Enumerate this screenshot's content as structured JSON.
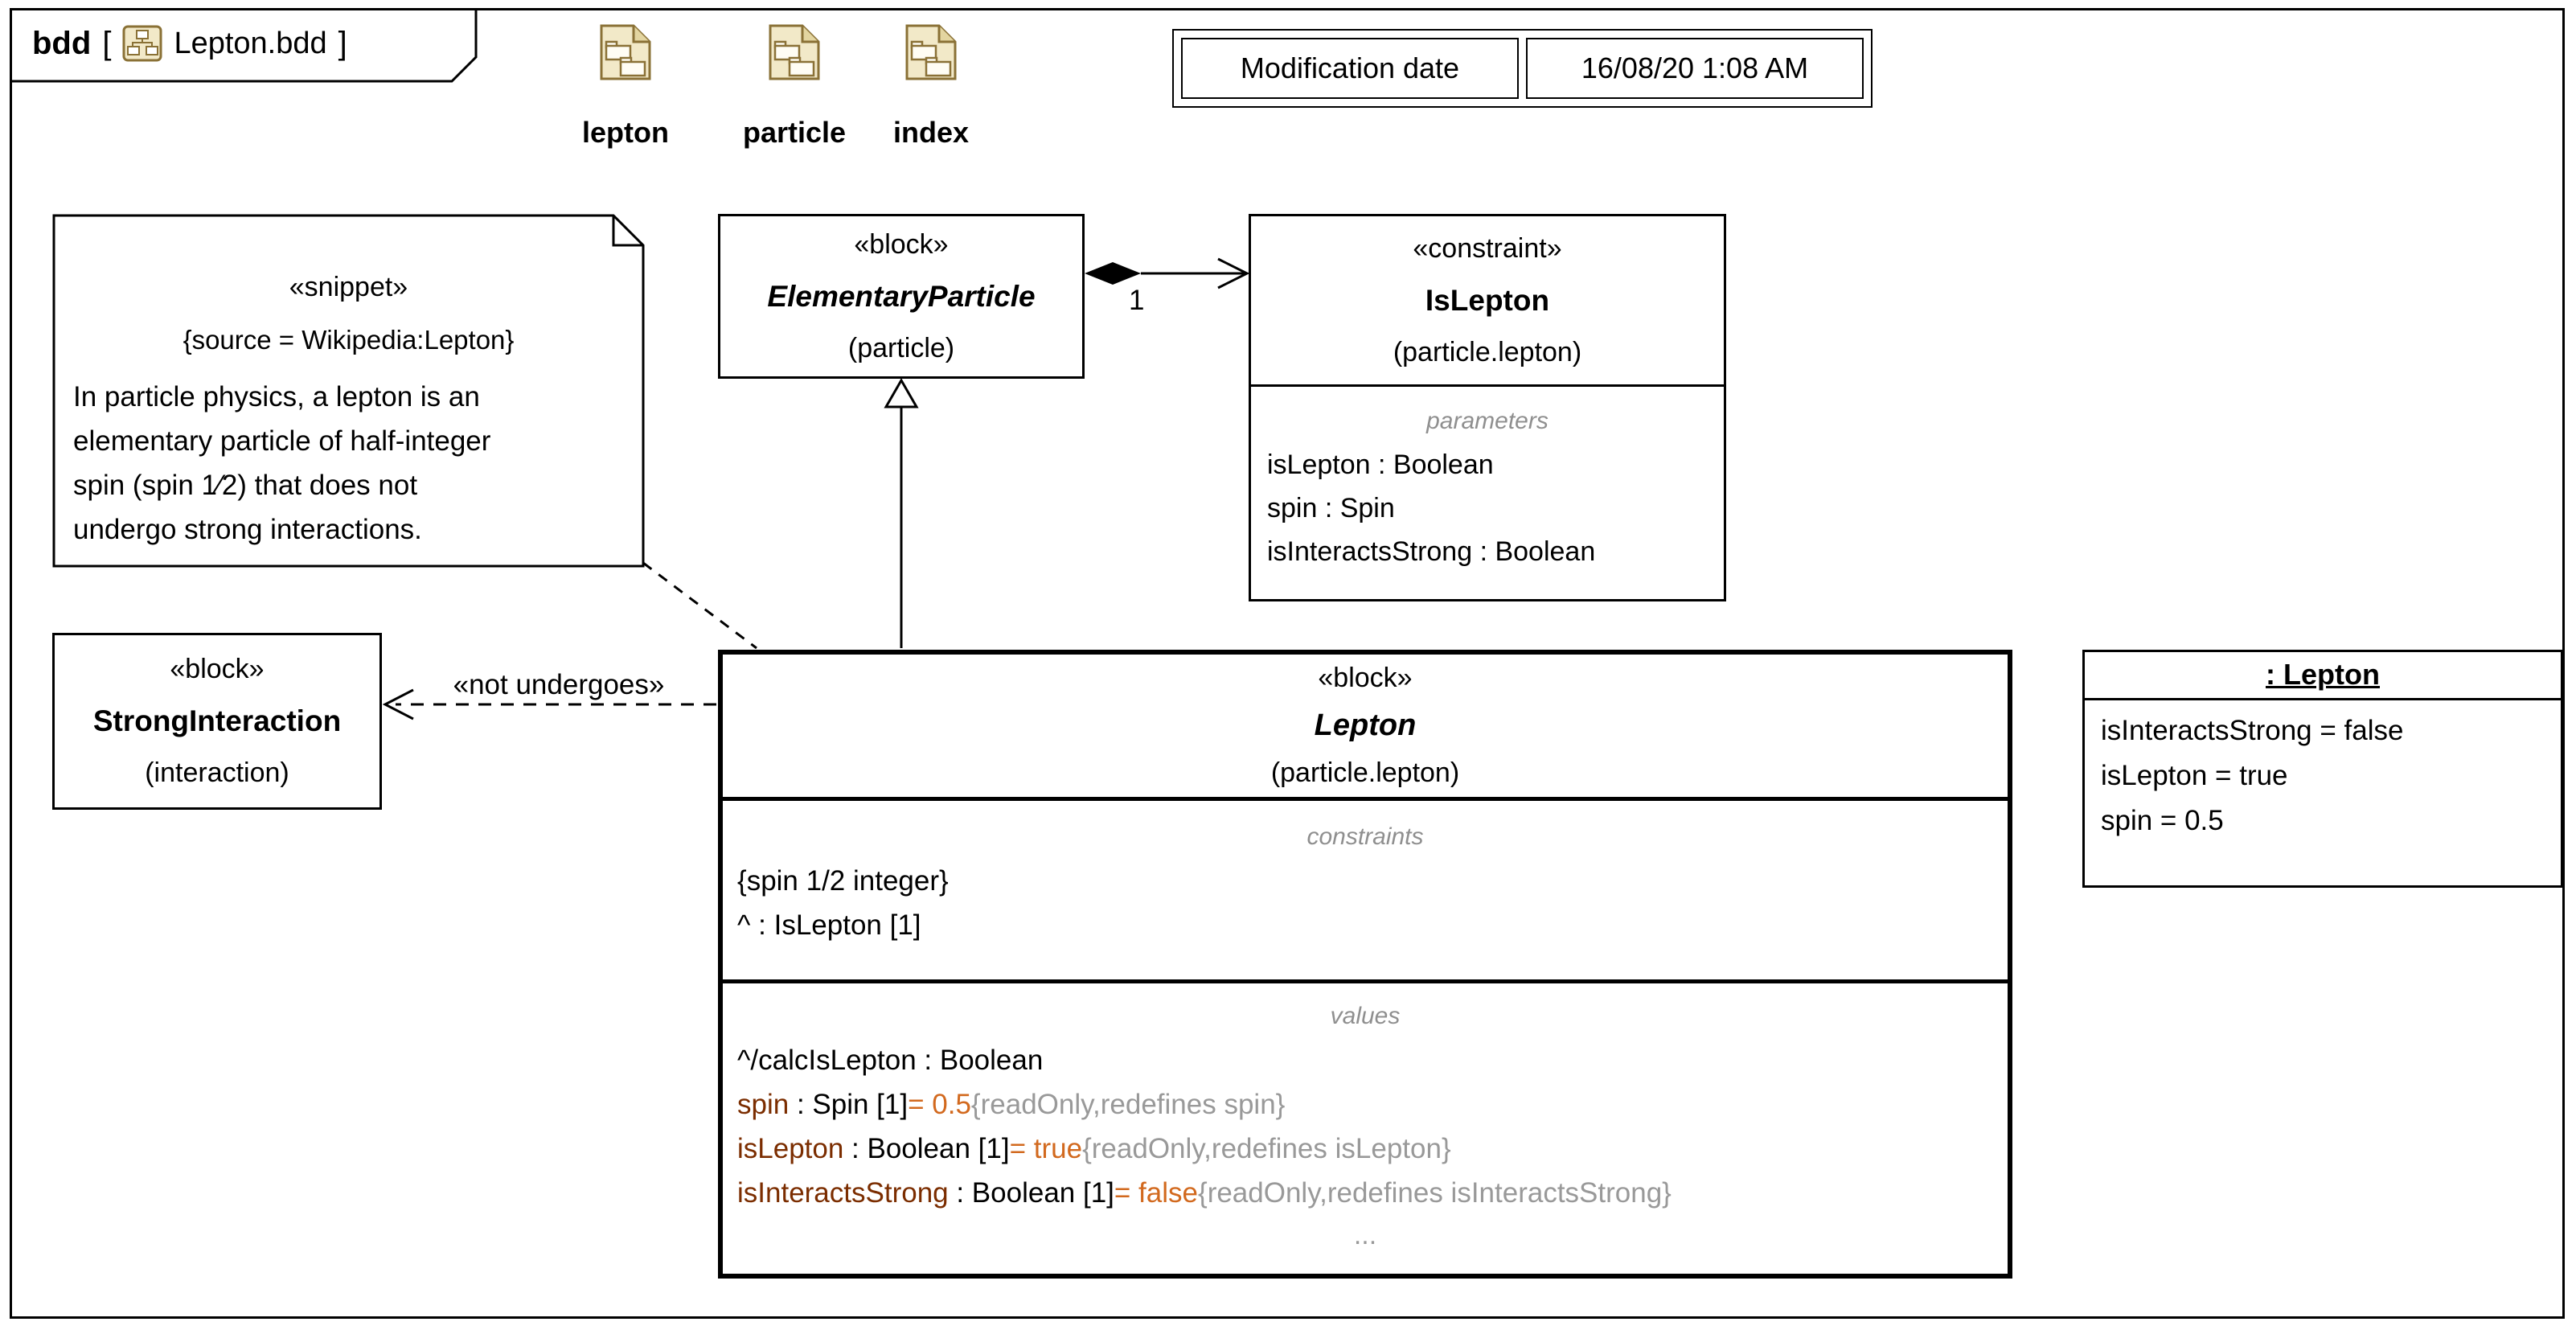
{
  "frame": {
    "kind": "bdd",
    "open_bracket": "[",
    "close_bracket": "]",
    "diagram_name": "Lepton.bdd"
  },
  "packages": [
    {
      "label": "lepton"
    },
    {
      "label": "particle"
    },
    {
      "label": "index"
    }
  ],
  "modification": {
    "label": "Modification date",
    "value": "16/08/20 1:08 AM"
  },
  "snippet_note": {
    "stereotype": "«snippet»",
    "source": "{source = Wikipedia:Lepton}",
    "lines": [
      "In particle physics, a lepton is an",
      "elementary particle of half-integer",
      "spin (spin 1⁄2) that does not",
      "undergo strong interactions."
    ]
  },
  "elementary_particle": {
    "stereotype": "«block»",
    "name": "ElementaryParticle",
    "namespace": "(particle)"
  },
  "is_lepton": {
    "stereotype": "«constraint»",
    "name": "IsLepton",
    "namespace": "(particle.lepton)",
    "compartment": "parameters",
    "parameters": [
      "isLepton : Boolean",
      "spin : Spin",
      "isInteractsStrong : Boolean"
    ]
  },
  "strong_interaction": {
    "stereotype": "«block»",
    "name": "StrongInteraction",
    "namespace": "(interaction)"
  },
  "lepton": {
    "stereotype": "«block»",
    "name": "Lepton",
    "namespace": "(particle.lepton)",
    "constraints_label": "constraints",
    "constraints": [
      "{spin 1/2 integer}",
      "^ : IsLepton [1]"
    ],
    "values_label": "values",
    "values": [
      {
        "name": "^/calcIsLepton",
        "mid": " : Boolean",
        "value": "",
        "tags": ""
      },
      {
        "name": "spin",
        "mid": " : Spin [1]",
        "value": "= 0.5",
        "tags": "{readOnly,redefines spin}"
      },
      {
        "name": "isLepton",
        "mid": " : Boolean [1]",
        "value": "= true",
        "tags": "{readOnly,redefines isLepton}"
      },
      {
        "name": "isInteractsStrong",
        "mid": " : Boolean [1]",
        "value": "= false",
        "tags": "{readOnly,redefines isInteractsStrong}"
      }
    ],
    "more": "..."
  },
  "instance": {
    "title": ": Lepton",
    "slots": [
      "isInteractsStrong = false",
      "isLepton = true",
      "spin = 0.5"
    ]
  },
  "connectors": {
    "composition_multiplicity": "1",
    "dependency_label": "«not undergoes»"
  },
  "colors": {
    "icon_fill": "#F2E9C8",
    "icon_border": "#8A7136",
    "default_value_color": "#D2691E",
    "redefined_name_color": "#7B2D00",
    "tags_gray": "#999999",
    "compartment_label_gray": "#8F8F8F"
  }
}
